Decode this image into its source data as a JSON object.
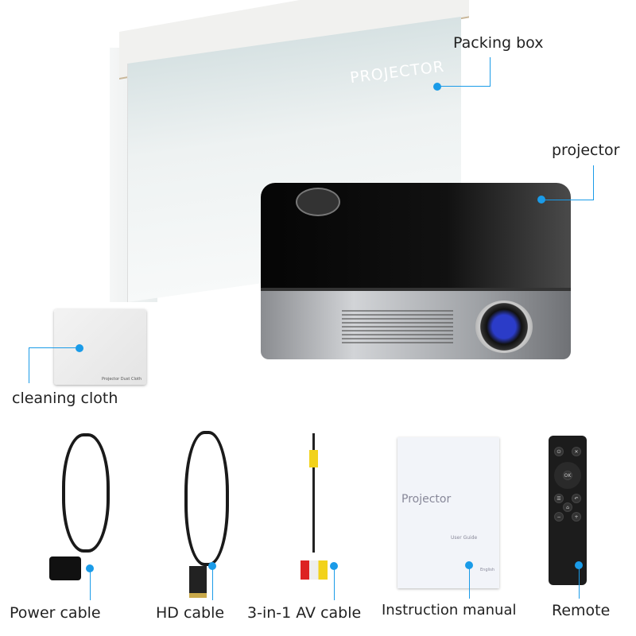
{
  "labels": {
    "packing_box": "Packing box",
    "projector": "projector",
    "cleaning_cloth": "cleaning cloth",
    "power_cable": "Power cable",
    "hd_cable": "HD cable",
    "av_cable": "3-in-1 AV cable",
    "instruction_manual": "Instruction manual",
    "remote": "Remote"
  },
  "box_print": {
    "title": "PROJECTOR"
  },
  "cloth_print": "Projector Dust Cloth",
  "manual_print": {
    "title": "Projector",
    "subtitle": "User Guide",
    "language": "English"
  },
  "remote_ok": "OK",
  "colors": {
    "callout": "#1a9be8"
  }
}
